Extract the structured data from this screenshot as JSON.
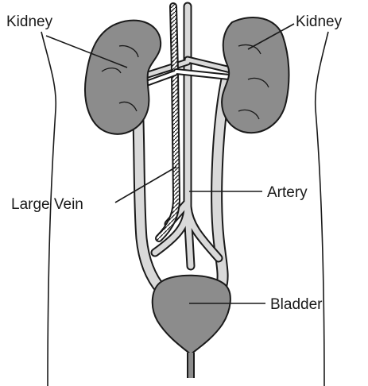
{
  "labels": {
    "kidney_left": "Kidney",
    "kidney_right": "Kidney",
    "large_vein": "Large Vein",
    "artery": "Artery",
    "bladder": "Bladder"
  },
  "colors": {
    "organ_fill": "#8c8c8c",
    "vessel_fill": "#d9d9d9",
    "outline": "#1a1a1a",
    "background": "#ffffff"
  }
}
